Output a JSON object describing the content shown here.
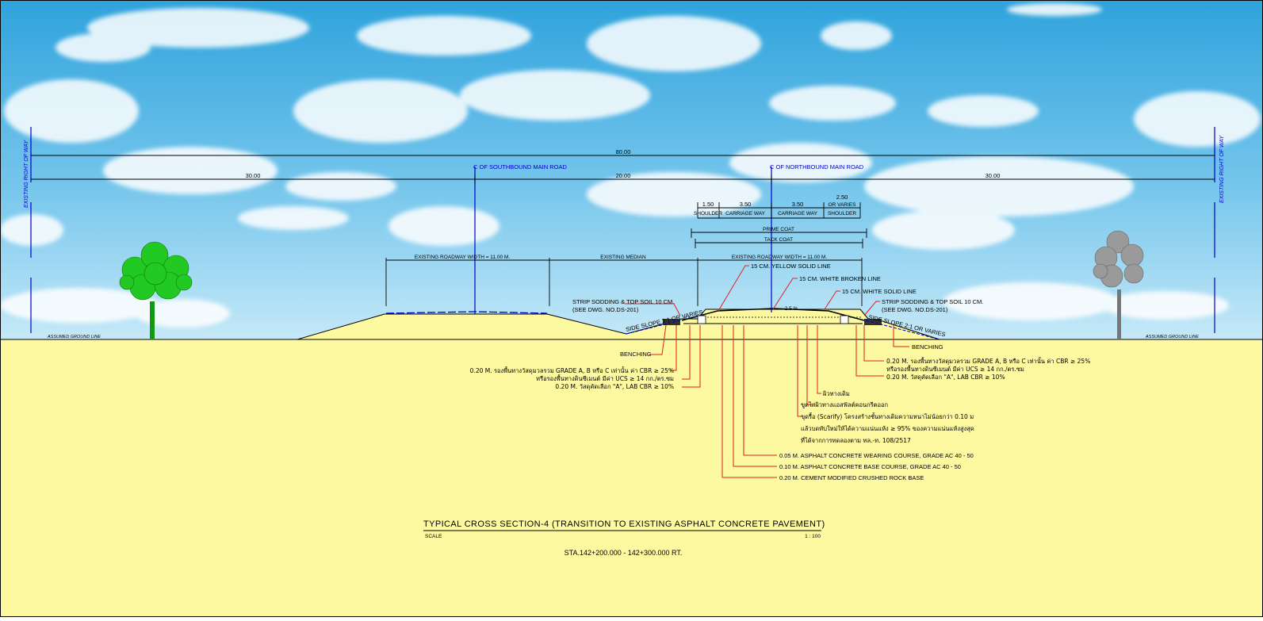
{
  "drawing": {
    "title": "TYPICAL CROSS SECTION-4 (TRANSITION TO EXISTING ASPHALT CONCRETE PAVEMENT)",
    "scale_label": "SCALE",
    "scale_value": "1 : 100",
    "station": "STA.142+200.000 - 142+300.000 RT.",
    "right_of_way_left": "EXISTING RIGHT OF WAY",
    "right_of_way_right": "EXISTING RIGHT OF WAY",
    "ground_left": "ASSUMED GROUND LINE",
    "ground_right": "ASSUMED GROUND LINE"
  },
  "dimensions": {
    "total": "80.00",
    "left": "30.00",
    "middle": "20.00",
    "right": "30.00",
    "shoulder_left": "1.50",
    "carriage_left": "3.50",
    "carriage_right": "3.50",
    "shoulder_right": "2.50",
    "or_varies": "OR VARIES",
    "crossfall": "2.5 %"
  },
  "centerlines": {
    "southbound": "C OF SOUTHBOUND MAIN ROAD",
    "northbound": "C OF NORTHBOUND MAIN ROAD"
  },
  "lane_labels": {
    "shoulder_l": "SHOULDER",
    "carriage_l": "CARRIAGE WAY",
    "carriage_r": "CARRIAGE WAY",
    "shoulder_r": "SHOULDER",
    "prime_coat": "PRIME COAT",
    "tack_coat": "TACK COAT",
    "existing_roadway_left": "EXISTING ROADWAY WIDTH = 11.00 M.",
    "existing_median": "EXISTING MEDIAN",
    "existing_roadway_right": "EXISTING ROADWAY WIDTH = 11.00 M."
  },
  "markings": {
    "yellow": "15 CM. YELLOW SOLID LINE",
    "white_broken": "15 CM. WHITE BROKEN LINE",
    "white_solid": "15 CM. WHITE SOLID LINE"
  },
  "left_notes": {
    "strip1": "STRIP SODDING & TOP SOIL 10 CM.",
    "strip2": "(SEE DWG. NO.DS-201)",
    "slope": "SIDE SLOPE 2:1 OR VARIES",
    "benching": "BENCHING",
    "sub1": "0.20 M. รองพื้นทางวัสดุมวลรวม GRADE A, B หรือ C เท่านั้น ค่า CBR ≥ 25%",
    "sub2": "หรือรองพื้นทางดินซีเมนต์ มีค่า UCS ≥ 14 กก./ตร.ซม",
    "sub3": "0.20 M. วัสดุคัดเลือก \"A\", LAB CBR ≥ 10%"
  },
  "right_notes": {
    "strip1": "STRIP SODDING & TOP SOIL 10 CM.",
    "strip2": "(SEE DWG. NO.DS-201)",
    "slope": "SIDE SLOPE 2:1 OR VARIES",
    "benching": "BENCHING",
    "sub1": "0.20 M. รองพื้นทางวัสดุมวลรวม GRADE A, B หรือ C เท่านั้น ค่า CBR ≥ 25%",
    "sub2": "หรือรองพื้นทางดินซีเมนต์ มีค่า UCS ≥ 14 กก./ตร.ซม",
    "sub3": "0.20 M. วัสดุคัดเลือก \"A\", LAB CBR ≥ 10%"
  },
  "pavement_notes": {
    "existing_surface": "ผิวทางเดิม",
    "mill": "ขูดไสผิวทางแอสฟัลต์คอนกรีตออก",
    "scarify1": "ขุดรื้อ (Scarify) โครงสร้างชั้นทางเดิมความหนาไม่น้อยกว่า 0.10 ม",
    "scarify2": "แล้วบดทับใหม่ให้ได้ความแน่นแห้ง ≥ 95% ของความแน่นแห้งสูงสุด",
    "scarify3": "ที่ได้จากการทดลองตาม ทล.-ท. 108/2517",
    "wearing": "0.05 M. ASPHALT CONCRETE WEARING COURSE, GRADE AC 40 - 50",
    "base": "0.10 M. ASPHALT CONCRETE BASE COURSE, GRADE AC 40 - 50",
    "crushed": "0.20 M. CEMENT MODIFIED CRUSHED ROCK BASE"
  },
  "colors": {
    "sky_top": "#3aa9de",
    "sky_bottom": "#bfe6f7",
    "ground": "#fdf9a0",
    "leader": "#e02020",
    "centerline": "#0000c8",
    "tree_left": "#1fc21f",
    "tree_right": "#8a8a8a"
  }
}
